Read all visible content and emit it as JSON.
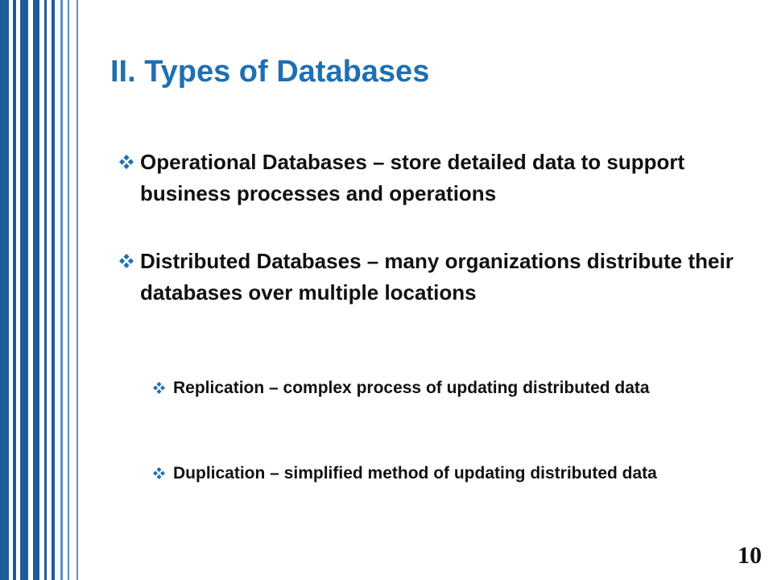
{
  "colors": {
    "title": "#1f6fb2",
    "text": "#111111",
    "bullet": "#1f6fb2",
    "stripe_dark": "#1c5c9a",
    "stripe_light": "#5e8fc4"
  },
  "slide": {
    "title": "II. Types of Databases",
    "number": "10",
    "bullet_icon": "four-diamond-bullet-icon",
    "bullets": [
      {
        "level": 1,
        "text": "Operational Databases – store detailed data to support business processes and operations"
      },
      {
        "level": 1,
        "text": "Distributed Databases – many organizations distribute their databases over multiple locations"
      },
      {
        "level": 2,
        "text": "Replication – complex process of updating distributed data"
      },
      {
        "level": 2,
        "text": "Duplication – simplified method of updating distributed data"
      }
    ]
  }
}
